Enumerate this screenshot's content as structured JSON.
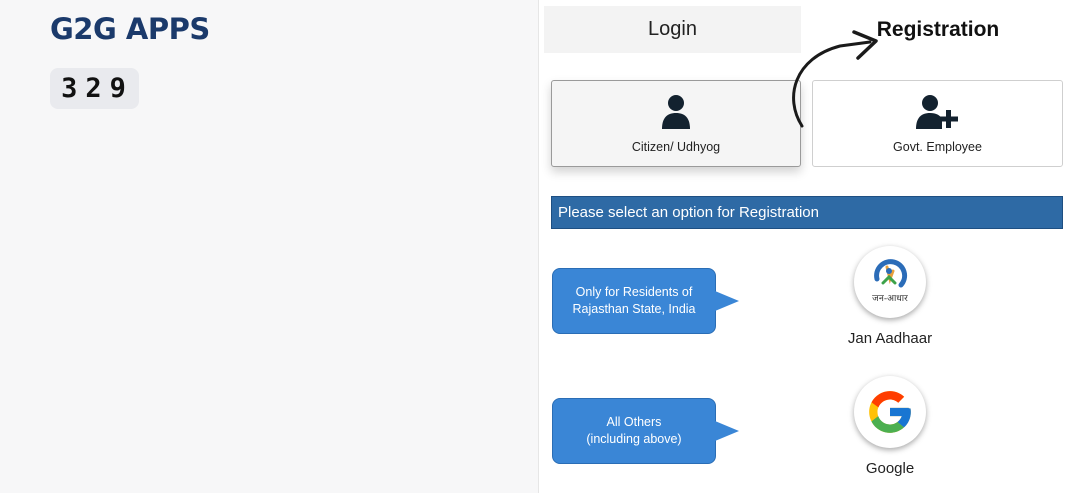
{
  "app": {
    "title": "G2G APPS"
  },
  "counter": {
    "digits": [
      "3",
      "2",
      "9"
    ]
  },
  "tabs": [
    {
      "label": "Login"
    },
    {
      "label": "Registration"
    }
  ],
  "user_types": [
    {
      "label": "Citizen/ Udhyog",
      "icon": "user-icon"
    },
    {
      "label": "Govt. Employee",
      "icon": "user-plus-icon"
    }
  ],
  "banner": {
    "text": "Please select an option for Registration"
  },
  "options": [
    {
      "callout_lines": [
        "Only for Residents of",
        "Rajasthan State, India"
      ],
      "provider_label": "Jan Aadhaar",
      "logo_text": "जन-आधार",
      "icon": "jan-aadhaar-logo"
    },
    {
      "callout_lines": [
        "All Others",
        "(including above)"
      ],
      "provider_label": "Google",
      "icon": "google-logo"
    }
  ],
  "colors": {
    "title": "#1b3a6b",
    "banner": "#2e6aa5",
    "callout": "#3a86d6"
  }
}
